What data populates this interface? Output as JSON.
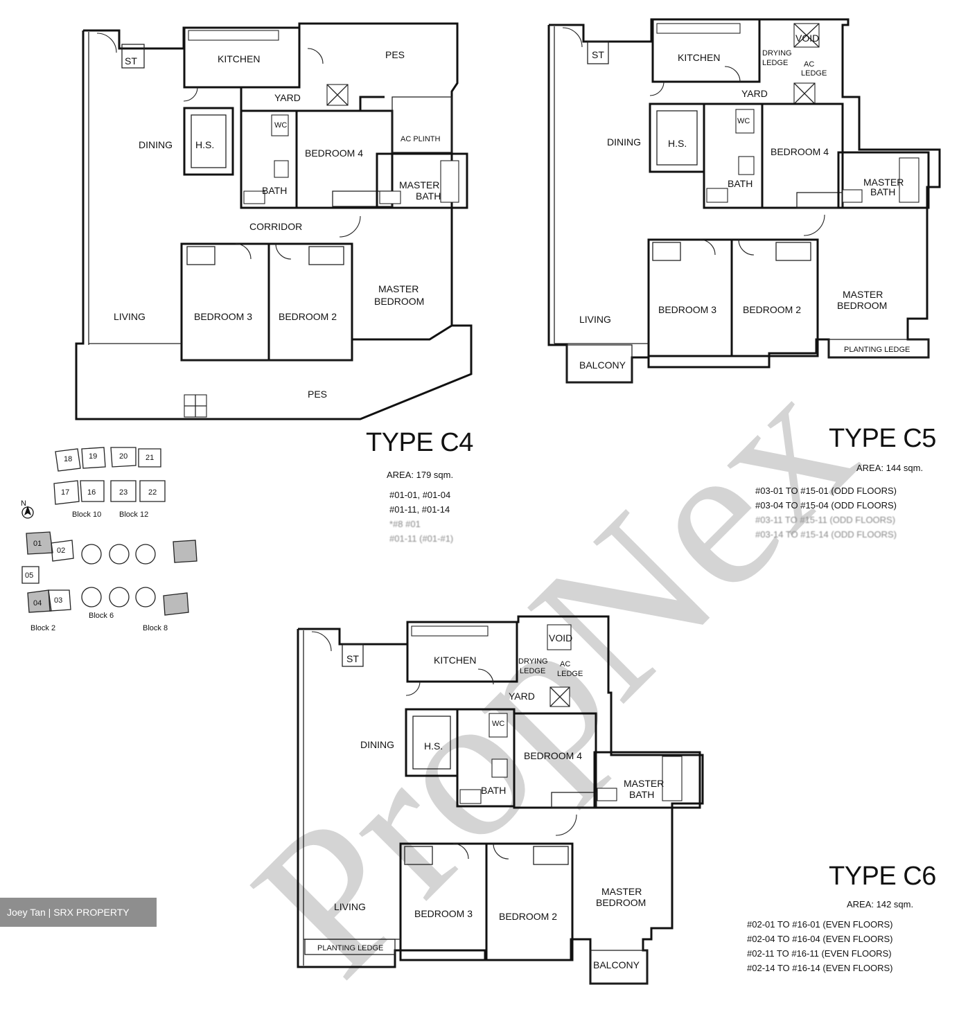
{
  "plans": {
    "c4": {
      "title": "TYPE C4",
      "area": "AREA: 179 sqm.",
      "units": [
        "#01-01, #01-04",
        "#01-11, #01-14",
        "*#8 #01",
        "#01-11 (#01-#1)"
      ],
      "rooms": {
        "st": "ST",
        "kitchen": "KITCHEN",
        "pes_top": "PES",
        "yard": "YARD",
        "dining": "DINING",
        "hs": "H.S.",
        "wc": "WC",
        "bedroom4": "BEDROOM 4",
        "ac_plinth": "AC PLINTH",
        "bath": "BATH",
        "master_bath_1": "MASTER",
        "master_bath_2": "BATH",
        "corridor": "CORRIDOR",
        "living": "LIVING",
        "bedroom3": "BEDROOM 3",
        "bedroom2": "BEDROOM 2",
        "master_bedroom_1": "MASTER",
        "master_bedroom_2": "BEDROOM",
        "pes_bottom": "PES"
      }
    },
    "c5": {
      "title": "TYPE C5",
      "area": "AREA: 144 sqm.",
      "units": [
        "#03-01 TO #15-01 (ODD FLOORS)",
        "#03-04 TO #15-04 (ODD FLOORS)",
        "#03-11 TO #15-11 (ODD FLOORS)",
        "#03-14 TO #15-14 (ODD FLOORS)"
      ],
      "rooms": {
        "st": "ST",
        "kitchen": "KITCHEN",
        "void": "VOID",
        "drying_1": "DRYING",
        "drying_2": "LEDGE",
        "ac_1": "AC",
        "ac_2": "LEDGE",
        "yard": "YARD",
        "dining": "DINING",
        "hs": "H.S.",
        "wc": "WC",
        "bedroom4": "BEDROOM 4",
        "bath": "BATH",
        "master_bath_1": "MASTER",
        "master_bath_2": "BATH",
        "living": "LIVING",
        "bedroom3": "BEDROOM 3",
        "bedroom2": "BEDROOM 2",
        "master_bedroom_1": "MASTER",
        "master_bedroom_2": "BEDROOM",
        "balcony": "BALCONY",
        "planting": "PLANTING LEDGE"
      }
    },
    "c6": {
      "title": "TYPE C6",
      "area": "AREA: 142 sqm.",
      "units": [
        "#02-01 TO #16-01 (EVEN FLOORS)",
        "#02-04 TO #16-04 (EVEN FLOORS)",
        "#02-11 TO #16-11 (EVEN FLOORS)",
        "#02-14 TO #16-14 (EVEN FLOORS)"
      ],
      "rooms": {
        "st": "ST",
        "kitchen": "KITCHEN",
        "void": "VOID",
        "drying_1": "DRYING",
        "drying_2": "LEDGE",
        "ac_1": "AC",
        "ac_2": "LEDGE",
        "yard": "YARD",
        "dining": "DINING",
        "hs": "H.S.",
        "wc": "WC",
        "bedroom4": "BEDROOM 4",
        "bath": "BATH",
        "master_bath_1": "MASTER",
        "master_bath_2": "BATH",
        "living": "LIVING",
        "bedroom3": "BEDROOM 3",
        "bedroom2": "BEDROOM 2",
        "master_bedroom_1": "MASTER",
        "master_bedroom_2": "BEDROOM",
        "balcony": "BALCONY",
        "planting": "PLANTING LEDGE"
      }
    }
  },
  "keyplan": {
    "north": "N",
    "blocks": [
      "Block 10",
      "Block 12",
      "Block 2",
      "Block 6",
      "Block 8"
    ],
    "unit_numbers": [
      "18",
      "19",
      "20",
      "21",
      "17",
      "16",
      "23",
      "22",
      "01",
      "02",
      "05",
      "04",
      "03"
    ]
  },
  "watermark": "PropNex",
  "credit": "Joey Tan | SRX PROPERTY"
}
